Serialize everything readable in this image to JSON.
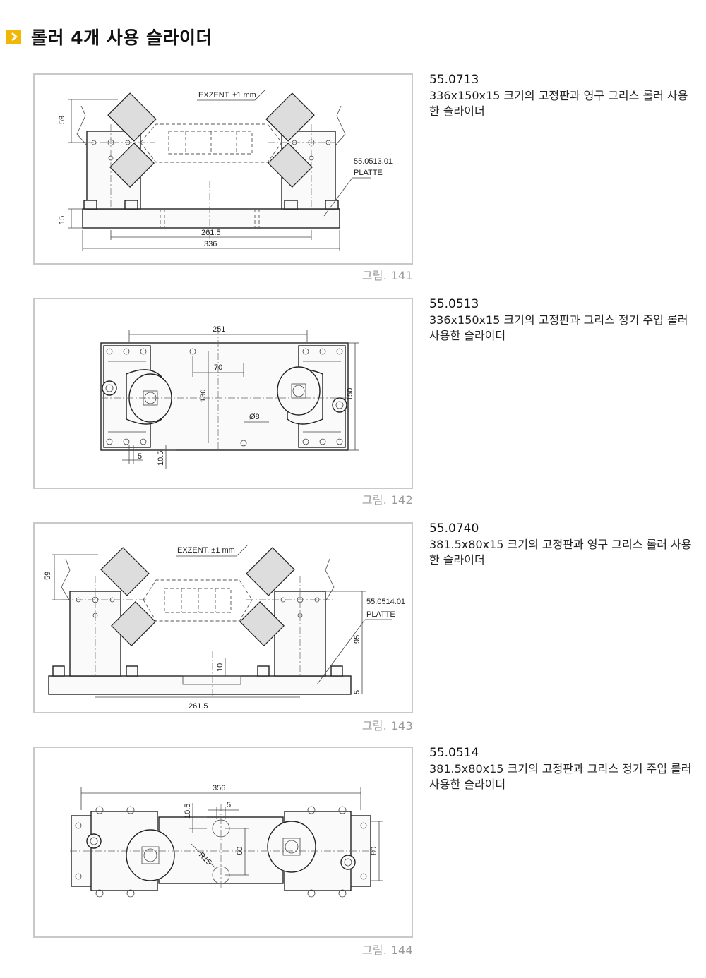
{
  "header": {
    "title": "롤러 4개 사용 슬라이더",
    "icon": "chevron-right-icon",
    "accent": "#f2b705"
  },
  "items": [
    {
      "code": "55.0713",
      "description": "336x150x15 크기의 고정판과 영구 그리스 롤러 사용한 슬라이더",
      "caption": "그림. 141",
      "labels": {
        "exzent": "EXZENT. ±1 mm",
        "dim_h": "59",
        "dim_plate": "15",
        "dim_a": "261.5",
        "dim_b": "336",
        "part": "55.0513.01",
        "plate": "PLATTE"
      }
    },
    {
      "code": "55.0513",
      "description": "336x150x15 크기의 고정판과 그리스 정기 주입 롤러 사용한 슬라이더",
      "caption": "그림. 142",
      "labels": {
        "dim_top": "251",
        "dim_70": "70",
        "dim_130": "130",
        "dim_150": "150",
        "dim_hole": "Ø8",
        "dim_5": "5",
        "dim_105": "10.5"
      }
    },
    {
      "code": "55.0740",
      "description": "381.5x80x15 크기의 고정판과 영구 그리스 롤러 사용한 슬라이더",
      "caption": "그림. 143",
      "labels": {
        "exzent": "EXZENT. ±1 mm",
        "dim_h": "59",
        "part": "55.0514.01",
        "plate": "PLATTE",
        "dim_95": "95",
        "dim_10": "10",
        "dim_5": "5",
        "dim_a": "261.5"
      }
    },
    {
      "code": "55.0514",
      "description": "381.5x80x15 크기의 고정판과 그리스 정기 주입 롤러 사용한 슬라이더",
      "caption": "그림. 144",
      "labels": {
        "dim_top": "356",
        "dim_105": "10.5",
        "dim_5": "5",
        "dim_r": "R15",
        "dim_60": "60",
        "dim_80": "80"
      }
    }
  ]
}
